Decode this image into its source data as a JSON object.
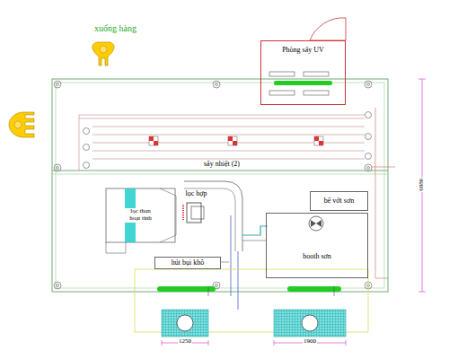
{
  "diagram": {
    "nodes": [
      {
        "text": [
          "Phòng sấy UV"
        ]
      },
      {
        "text": [
          "sấy nhiệt (2)"
        ]
      },
      {
        "text": [
          "lọc than hoạt tính"
        ]
      },
      {
        "text": [
          "lọc hợp"
        ]
      },
      {
        "text": [
          "hút bụi khô"
        ]
      },
      {
        "text": [
          "bể vớt sơn"
        ]
      },
      {
        "text": [
          "booth sơn"
        ]
      }
    ],
    "labels": [
      "xuống hàng",
      "6880",
      "1250",
      "1900"
    ]
  }
}
